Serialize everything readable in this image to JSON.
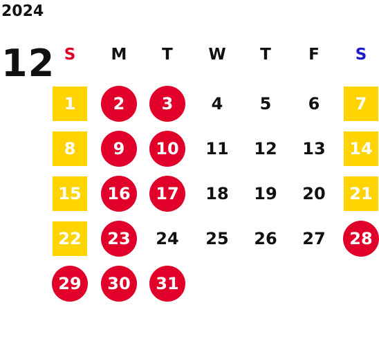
{
  "year": "2024",
  "month": "12",
  "colors": {
    "sunday_header": "#e0002a",
    "saturday_header": "#1a1acc",
    "weekend_square": "#ffd400",
    "holiday_circle": "#e0002a"
  },
  "weekdays": [
    "S",
    "M",
    "T",
    "W",
    "T",
    "F",
    "S"
  ],
  "weeks": [
    [
      {
        "day": "1",
        "mark": "square"
      },
      {
        "day": "2",
        "mark": "circle"
      },
      {
        "day": "3",
        "mark": "circle"
      },
      {
        "day": "4",
        "mark": "none"
      },
      {
        "day": "5",
        "mark": "none"
      },
      {
        "day": "6",
        "mark": "none"
      },
      {
        "day": "7",
        "mark": "square"
      }
    ],
    [
      {
        "day": "8",
        "mark": "square"
      },
      {
        "day": "9",
        "mark": "circle"
      },
      {
        "day": "10",
        "mark": "circle"
      },
      {
        "day": "11",
        "mark": "none"
      },
      {
        "day": "12",
        "mark": "none"
      },
      {
        "day": "13",
        "mark": "none"
      },
      {
        "day": "14",
        "mark": "square"
      }
    ],
    [
      {
        "day": "15",
        "mark": "square"
      },
      {
        "day": "16",
        "mark": "circle"
      },
      {
        "day": "17",
        "mark": "circle"
      },
      {
        "day": "18",
        "mark": "none"
      },
      {
        "day": "19",
        "mark": "none"
      },
      {
        "day": "20",
        "mark": "none"
      },
      {
        "day": "21",
        "mark": "square"
      }
    ],
    [
      {
        "day": "22",
        "mark": "square"
      },
      {
        "day": "23",
        "mark": "circle"
      },
      {
        "day": "24",
        "mark": "none"
      },
      {
        "day": "25",
        "mark": "none"
      },
      {
        "day": "26",
        "mark": "none"
      },
      {
        "day": "27",
        "mark": "none"
      },
      {
        "day": "28",
        "mark": "circle"
      }
    ],
    [
      {
        "day": "29",
        "mark": "circle"
      },
      {
        "day": "30",
        "mark": "circle"
      },
      {
        "day": "31",
        "mark": "circle"
      }
    ]
  ]
}
